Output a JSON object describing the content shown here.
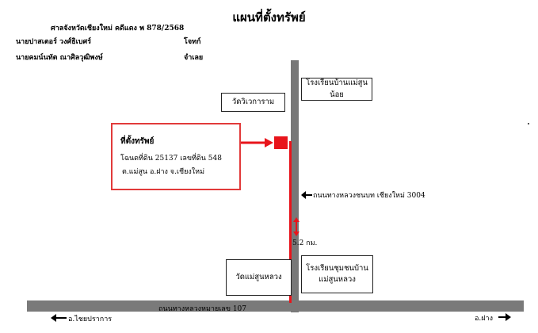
{
  "title": "แผนที่ตั้งทรัพย์",
  "header": {
    "court": "ศาลจังหวัดเชียงใหม่ คดีแดง พ 878/2568",
    "plaintiff_name": "นายปาสเตอร์ วงศ์ธิเบศร์",
    "plaintiff_role": "โจทก์",
    "defendant_name": "นายคมน์นทัต ณาศิลวุฒิพงษ์",
    "defendant_role": "จำเลย"
  },
  "property": {
    "heading": "ที่ตั้งทรัพย์",
    "line1": "โฉนดที่ดิน 25137   เลขที่ดิน 548",
    "line2": "ต.แม่สูน  อ.ฝาง    จ.เชียงใหม่"
  },
  "landmarks": {
    "temple_wiwek": "วัดวิเวการาม",
    "school_maesun_noi": "โรงเรียนบ้านแม่สูนน้อย",
    "temple_maesun_luang": "วัดแม่สูนหลวง",
    "school_community_line1": "โรงเรียนชุมชนบ้าน",
    "school_community_line2": "แม่สูนหลวง"
  },
  "roads": {
    "rural_road": "ถนนทางหลวงชนบท เชียงใหม่ 3004",
    "highway": "ถนนทางหลวงหมายเลข 107"
  },
  "distance": "5.2 กม.",
  "directions": {
    "left": "อ.ไชยปราการ",
    "right": "อ.ฝาง"
  },
  "colors": {
    "marker_red": "#e8141b",
    "road_gray": "#777777"
  }
}
